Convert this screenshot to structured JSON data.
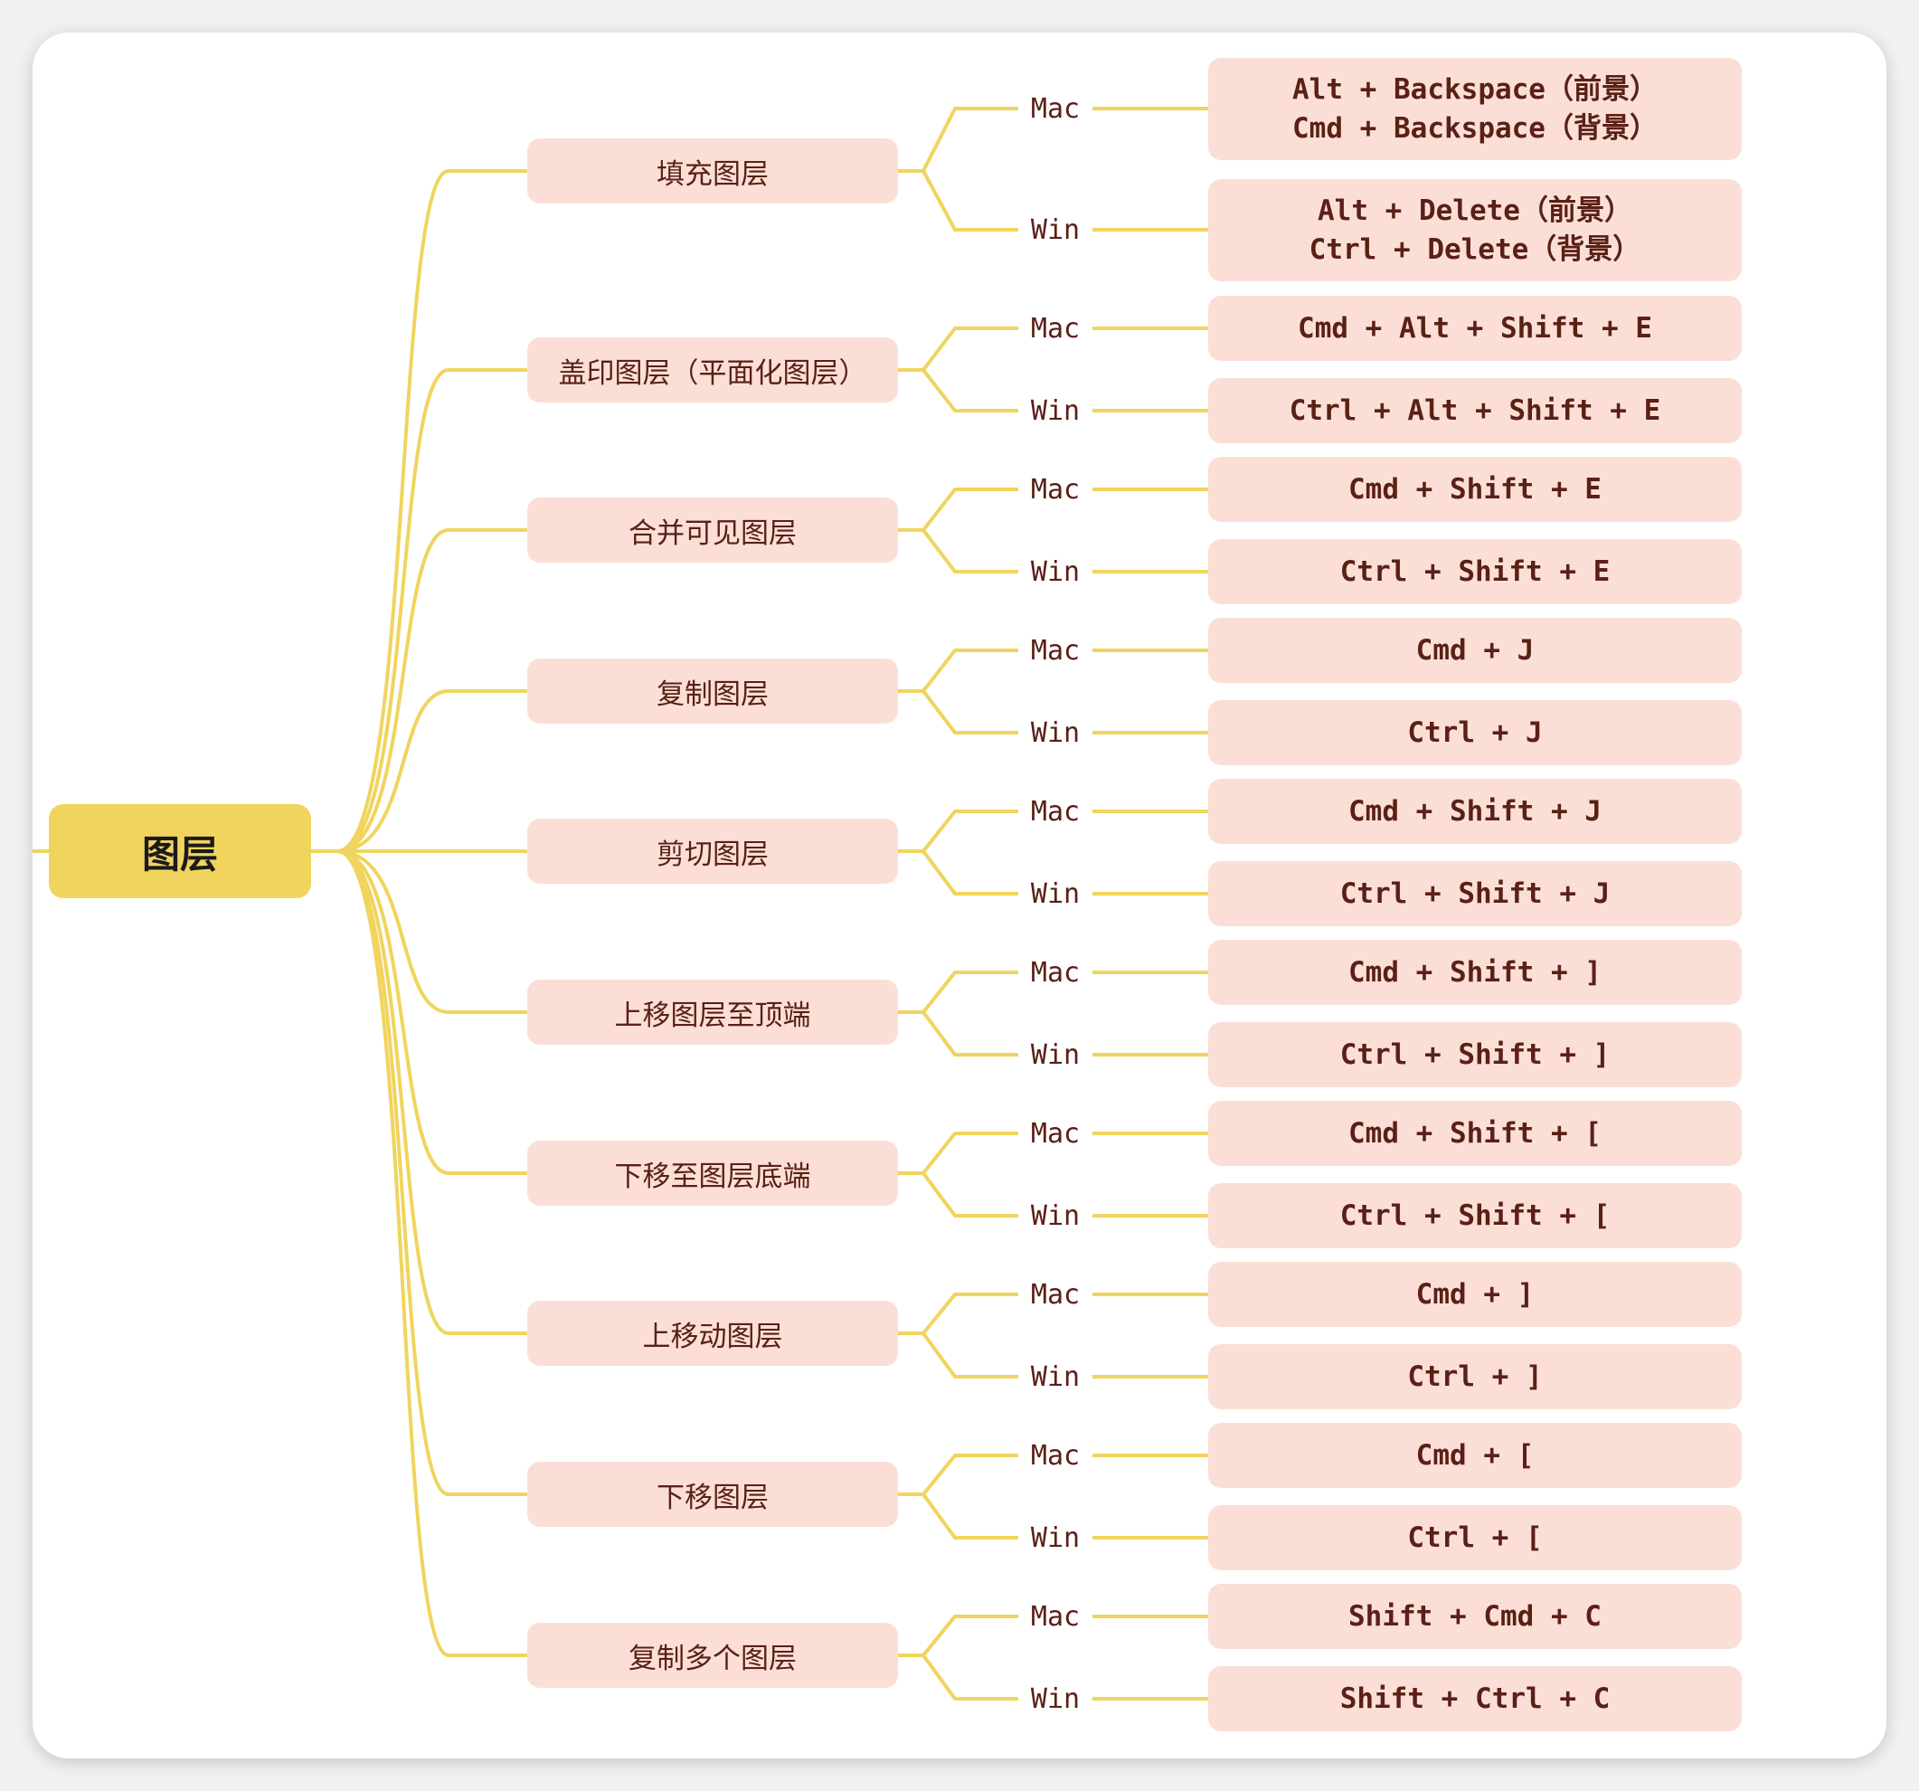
{
  "root": {
    "label": "图层"
  },
  "groups": [
    {
      "label": "填充图层",
      "mac": {
        "os": "Mac",
        "shortcut": "Alt + Backspace（前景）\nCmd + Backspace（背景）"
      },
      "win": {
        "os": "Win",
        "shortcut": "Alt + Delete（前景）\nCtrl + Delete（背景）"
      }
    },
    {
      "label": "盖印图层（平面化图层）",
      "mac": {
        "os": "Mac",
        "shortcut": "Cmd + Alt + Shift + E"
      },
      "win": {
        "os": "Win",
        "shortcut": "Ctrl + Alt + Shift + E"
      }
    },
    {
      "label": "合并可见图层",
      "mac": {
        "os": "Mac",
        "shortcut": "Cmd + Shift + E"
      },
      "win": {
        "os": "Win",
        "shortcut": "Ctrl + Shift + E"
      }
    },
    {
      "label": "复制图层",
      "mac": {
        "os": "Mac",
        "shortcut": "Cmd + J"
      },
      "win": {
        "os": "Win",
        "shortcut": "Ctrl + J"
      }
    },
    {
      "label": "剪切图层",
      "mac": {
        "os": "Mac",
        "shortcut": "Cmd + Shift + J"
      },
      "win": {
        "os": "Win",
        "shortcut": "Ctrl + Shift + J"
      }
    },
    {
      "label": "上移图层至顶端",
      "mac": {
        "os": "Mac",
        "shortcut": "Cmd + Shift + ]"
      },
      "win": {
        "os": "Win",
        "shortcut": "Ctrl + Shift + ]"
      }
    },
    {
      "label": "下移至图层底端",
      "mac": {
        "os": "Mac",
        "shortcut": "Cmd + Shift + ["
      },
      "win": {
        "os": "Win",
        "shortcut": "Ctrl + Shift + ["
      }
    },
    {
      "label": "上移动图层",
      "mac": {
        "os": "Mac",
        "shortcut": "Cmd + ]"
      },
      "win": {
        "os": "Win",
        "shortcut": "Ctrl + ]"
      }
    },
    {
      "label": "下移图层",
      "mac": {
        "os": "Mac",
        "shortcut": "Cmd + ["
      },
      "win": {
        "os": "Win",
        "shortcut": "Ctrl + ["
      }
    },
    {
      "label": "复制多个图层",
      "mac": {
        "os": "Mac",
        "shortcut": "Shift + Cmd + C"
      },
      "win": {
        "os": "Win",
        "shortcut": "Shift + Ctrl + C"
      }
    }
  ],
  "colors": {
    "connector": "#f0d45d",
    "root_fill": "#f0d45d",
    "node_fill": "#fbdfd6",
    "node_text": "#5a2016"
  }
}
